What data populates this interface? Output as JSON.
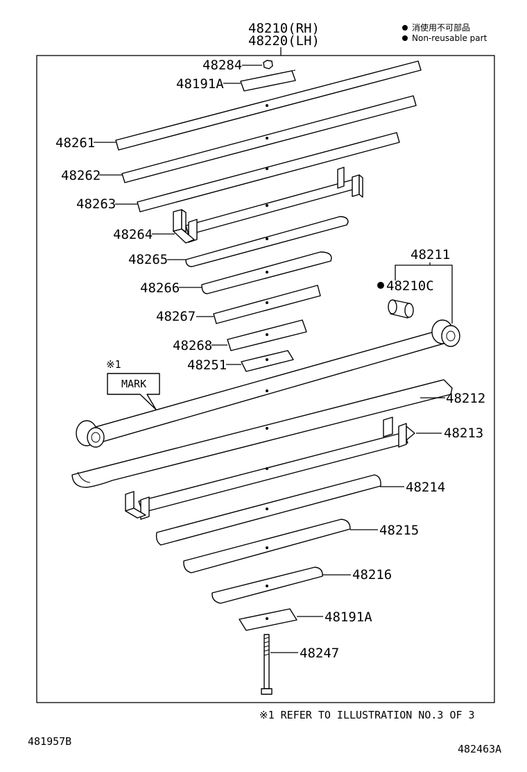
{
  "assembly": {
    "rh": "48210(RH)",
    "lh": "48220(LH)"
  },
  "legend": {
    "jp": "消使用不可部品",
    "en": "Non-reusable part"
  },
  "parts": {
    "p48284": "48284",
    "p48191A_top": "48191A",
    "p48261": "48261",
    "p48262": "48262",
    "p48263": "48263",
    "p48264": "48264",
    "p48265": "48265",
    "p48266": "48266",
    "p48267": "48267",
    "p48268": "48268",
    "p48251": "48251",
    "p48211": "48211",
    "p48210C": "48210C",
    "p48212": "48212",
    "p48213": "48213",
    "p48214": "48214",
    "p48215": "48215",
    "p48216": "48216",
    "p48191A_bottom": "48191A",
    "p48247": "48247"
  },
  "mark": {
    "ref_symbol": "※1",
    "label": "MARK"
  },
  "footnote": "※1  REFER TO ILLUSTRATION NO.3 OF 3",
  "codes": {
    "left": "481957B",
    "right": "482463A"
  }
}
